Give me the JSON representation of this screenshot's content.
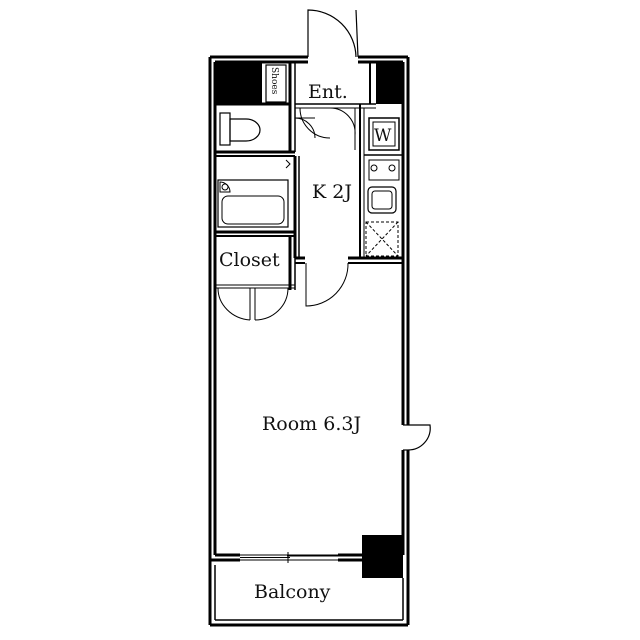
{
  "rooms": {
    "entrance": "Ent.",
    "shoes": "Shoes",
    "washer": "W",
    "kitchen": "K 2J",
    "closet": "Closet",
    "room": "Room 6.3J",
    "balcony": "Balcony"
  },
  "colors": {
    "wall": "#000000",
    "line": "#222222",
    "background": "#ffffff"
  }
}
